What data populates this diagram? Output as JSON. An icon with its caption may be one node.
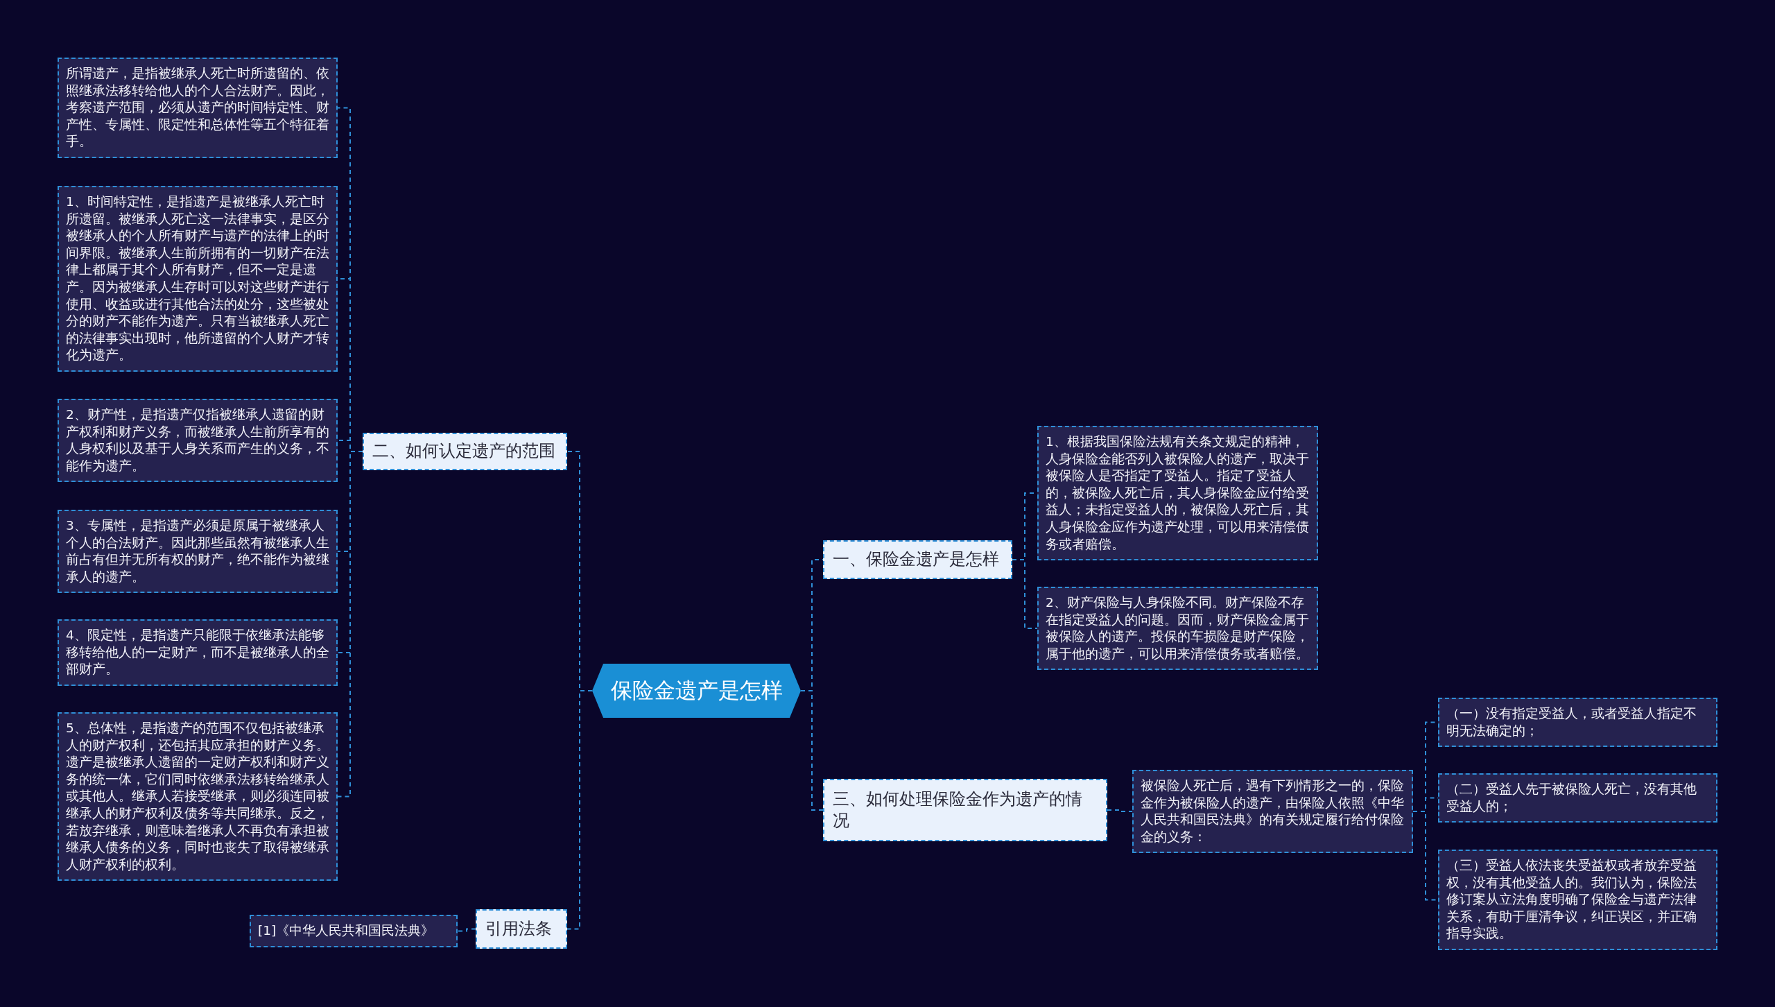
{
  "diagram": {
    "nodes": [
      {
        "text": [
          "保险金遗产是怎样"
        ]
      },
      {
        "text": [
          "二、如何认定遗产的范围"
        ]
      },
      {
        "text": [
          "所谓遗产，是指被继承人死亡时所遗留的、依照继承法移转给他人的个人合法财产。因此，考察遗产范围，必须从遗产的时间特定性、财产性、专属性、限定性和总体性等五个特征着手。"
        ]
      },
      {
        "text": [
          "1、时间特定性，是指遗产是被继承人死亡时所遗留。被继承人死亡这一法律事实，是区分被继承人的个人所有财产与遗产的法律上的时间界限。被继承人生前所拥有的一切财产在法律上都属于其个人所有财产，但不一定是遗产。因为被继承人生存时可以对这些财产进行使用、收益或进行其他合法的处分，这些被处分的财产不能作为遗产。只有当被继承人死亡的法律事实出现时，他所遗留的个人财产才转化为遗产。"
        ]
      },
      {
        "text": [
          "2、财产性，是指遗产仅指被继承人遗留的财产权利和财产义务，而被继承人生前所享有的人身权利以及基于人身关系而产生的义务，不能作为遗产。"
        ]
      },
      {
        "text": [
          "3、专属性，是指遗产必须是原属于被继承人个人的合法财产。因此那些虽然有被继承人生前占有但并无所有权的财产，绝不能作为被继承人的遗产。"
        ]
      },
      {
        "text": [
          "4、限定性，是指遗产只能限于依继承法能够移转给他人的一定财产，而不是被继承人的全部财产。"
        ]
      },
      {
        "text": [
          "5、总体性，是指遗产的范围不仅包括被继承人的财产权利，还包括其应承担的财产义务。遗产是被继承人遗留的一定财产权利和财产义务的统一体，它们同时依继承法移转给继承人或其他人。继承人若接受继承，则必须连同被继承人的财产权利及债务等共同继承。反之，若放弃继承，则意味着继承人不再负有承担被继承人债务的义务，同时也丧失了取得被继承人财产权利的权利。"
        ]
      },
      {
        "text": [
          "引用法条"
        ]
      },
      {
        "text": [
          "[1]《中华人民共和国民法典》"
        ]
      },
      {
        "text": [
          "一、保险金遗产是怎样"
        ]
      },
      {
        "text": [
          "1、根据我国保险法规有关条文规定的精神，人身保险金能否列入被保险人的遗产，取决于被保险人是否指定了受益人。指定了受益人的，被保险人死亡后，其人身保险金应付给受益人；未指定受益人的，被保险人死亡后，其人身保险金应作为遗产处理，可以用来清偿债务或者赔偿。"
        ]
      },
      {
        "text": [
          "2、财产保险与人身保险不同。财产保险不存在指定受益人的问题。因而，财产保险金属于被保险人的遗产。投保的车损险是财产保险，属于他的遗产，可以用来清偿债务或者赔偿。"
        ]
      },
      {
        "text": [
          "三、如何处理保险金作为遗产的情况"
        ]
      },
      {
        "text": [
          "被保险人死亡后，遇有下列情形之一的，保险金作为被保险人的遗产，由保险人依照《中华人民共和国民法典》的有关规定履行给付保险金的义务："
        ]
      },
      {
        "text": [
          "（一）没有指定受益人，或者受益人指定不明无法确定的；"
        ]
      },
      {
        "text": [
          "（二）受益人先于被保险人死亡，没有其他受益人的；"
        ]
      },
      {
        "text": [
          "（三）受益人依法丧失受益权或者放弃受益权，没有其他受益人的。我们认为，保险法修订案从立法角度明确了保险金与遗产法律关系，有助于厘清争议，纠正误区，并正确指导实践。"
        ]
      }
    ],
    "edges": [
      {
        "from": 0,
        "to": 1,
        "arrow": "none"
      },
      {
        "from": 1,
        "to": 2,
        "arrow": "none"
      },
      {
        "from": 1,
        "to": 3,
        "arrow": "none"
      },
      {
        "from": 1,
        "to": 4,
        "arrow": "none"
      },
      {
        "from": 1,
        "to": 5,
        "arrow": "none"
      },
      {
        "from": 1,
        "to": 6,
        "arrow": "none"
      },
      {
        "from": 1,
        "to": 7,
        "arrow": "none"
      },
      {
        "from": 0,
        "to": 8,
        "arrow": "none"
      },
      {
        "from": 8,
        "to": 9,
        "arrow": "none"
      },
      {
        "from": 0,
        "to": 10,
        "arrow": "none"
      },
      {
        "from": 10,
        "to": 11,
        "arrow": "none"
      },
      {
        "from": 10,
        "to": 12,
        "arrow": "none"
      },
      {
        "from": 0,
        "to": 13,
        "arrow": "none"
      },
      {
        "from": 13,
        "to": 14,
        "arrow": "none"
      },
      {
        "from": 14,
        "to": 15,
        "arrow": "none"
      },
      {
        "from": 14,
        "to": 16,
        "arrow": "none"
      },
      {
        "from": 14,
        "to": 17,
        "arrow": "none"
      }
    ]
  }
}
